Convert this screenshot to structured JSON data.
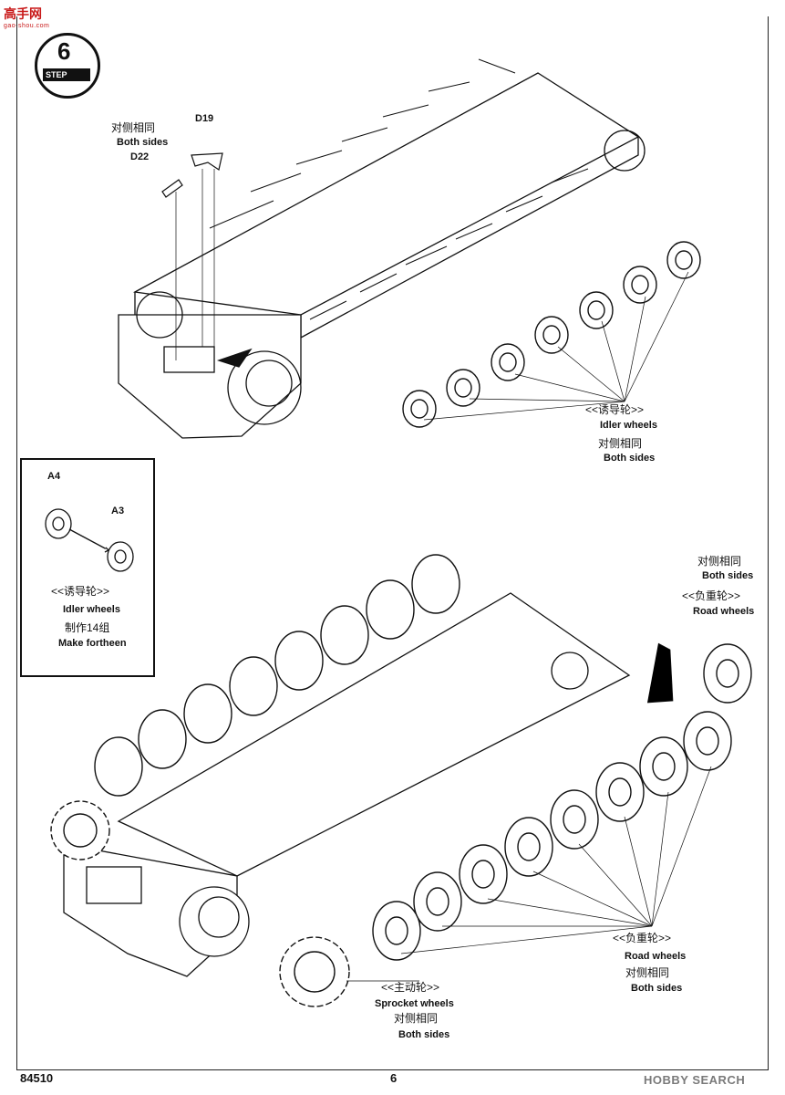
{
  "watermark": {
    "brand": "高手网",
    "site": "gao-shou.com"
  },
  "step": {
    "number": "6",
    "word": "STEP"
  },
  "upper": {
    "part_d19": "D19",
    "both_sides_cn": "对侧相同",
    "both_sides_en": "Both sides",
    "part_d22": "D22",
    "idler_cn": "<<诱导轮>>",
    "idler_en": "Idler wheels",
    "idler_both_cn": "对侧相同",
    "idler_both_en": "Both sides"
  },
  "inset": {
    "part_a4": "A4",
    "part_a3": "A3",
    "idler_cn": "<<诱导轮>>",
    "idler_en": "Idler wheels",
    "make_cn": "制作14组",
    "make_en": "Make fortheen"
  },
  "lower": {
    "road_top_both_cn": "对侧相同",
    "road_top_both_en": "Both sides",
    "road_top_cn": "<<负重轮>>",
    "road_top_en": "Road  wheels",
    "road_cn": "<<负重轮>>",
    "road_en": "Road  wheels",
    "road_both_cn": "对侧相同",
    "road_both_en": "Both sides",
    "sprocket_cn": "<<主动轮>>",
    "sprocket_en": "Sprocket wheels",
    "sprocket_both_cn": "对侧相同",
    "sprocket_both_en": "Both sides"
  },
  "footer": {
    "model_number": "84510",
    "page_number": "6",
    "source": "HOBBY SEARCH"
  },
  "colors": {
    "ink": "#111111",
    "watermark": "#c81818",
    "source_gray": "#7a7a7a"
  }
}
